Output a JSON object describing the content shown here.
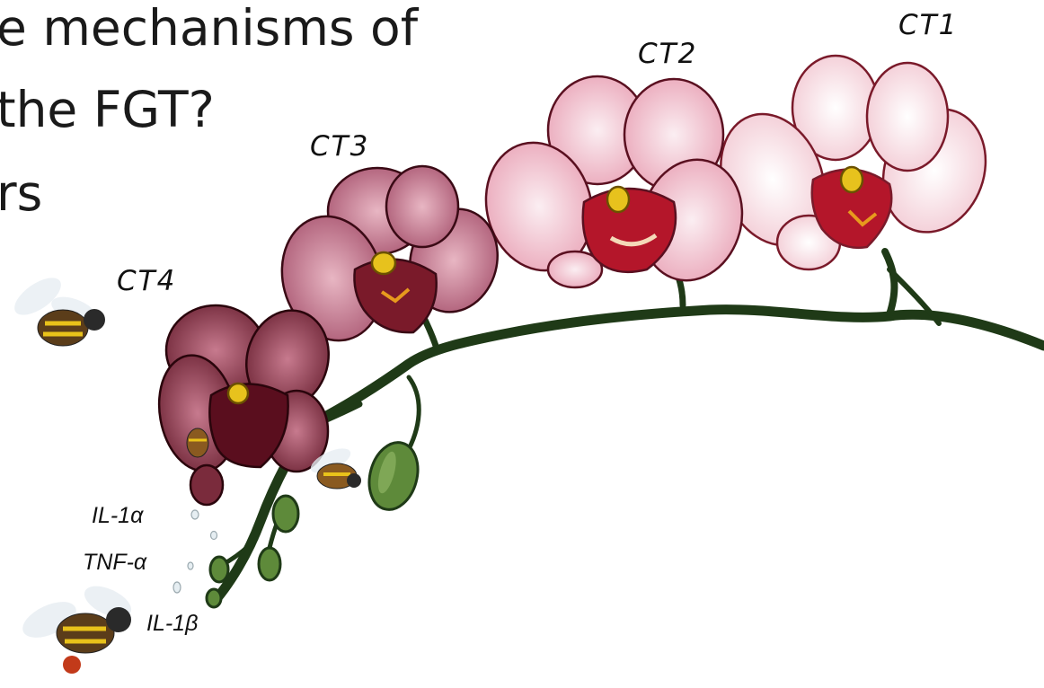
{
  "slide": {
    "title_lines": [
      "e mechanisms of",
      "the FGT?",
      "rs"
    ],
    "ct_labels": {
      "ct1": "CT1",
      "ct2": "CT2",
      "ct3": "CT3",
      "ct4": "CT4"
    },
    "cytokines": [
      "IL-1α",
      "TNF-α",
      "IL-1β"
    ]
  },
  "colors": {
    "stem": "#1f3a17",
    "bud": "#5e8a3a",
    "ct1_petal": "#fbeef0",
    "ct2_petal": "#f6dbe2",
    "ct3_petal": "#d98a9c",
    "ct4_petal": "#a0475e",
    "lip": "#b4162a",
    "column": "#e7c21d"
  },
  "icons": [
    "orchid-flower",
    "orchid-bud",
    "bee",
    "droplet"
  ]
}
